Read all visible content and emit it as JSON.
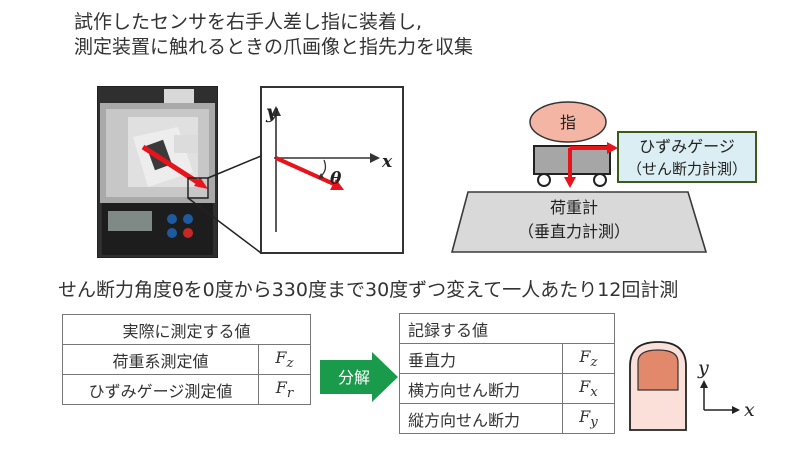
{
  "title": {
    "line1": "試作したセンサを右手人差し指に装着し,",
    "line2": "測定装置に触れるときの爪画像と指先力を収集"
  },
  "axes_inset": {
    "x": "x",
    "y": "y",
    "angle": "θ"
  },
  "device": {
    "finger_label": "指",
    "strain_label_1": "ひずみゲージ",
    "strain_label_2": "（せん断力計測）",
    "scale_label_1": "荷重計",
    "scale_label_2": "（垂直力計測）"
  },
  "caption": "せん断力角度θを0度から330度まで30度ずつ変えて一人あたり12回計測",
  "table_measured": {
    "header": "実際に測定する値",
    "rows": [
      {
        "name": "荷重系測定値",
        "sym_main": "F",
        "sym_sub": "z"
      },
      {
        "name": "ひずみゲージ測定値",
        "sym_main": "F",
        "sym_sub": "r"
      }
    ]
  },
  "decompose_label": "分解",
  "table_recorded": {
    "header": "記録する値",
    "rows": [
      {
        "name": "垂直力",
        "sym_main": "F",
        "sym_sub": "z"
      },
      {
        "name": "横方向せん断力",
        "sym_main": "F",
        "sym_sub": "x"
      },
      {
        "name": "縦方向せん断力",
        "sym_main": "F",
        "sym_sub": "y"
      }
    ]
  },
  "nail_axes": {
    "x": "x",
    "y": "y"
  },
  "colors": {
    "arrow_red": "#e8141b",
    "finger_fill": "#f4b5a4",
    "strain_box_fill": "#daeef3",
    "strain_box_border": "#3c5a1a",
    "device_gray": "#d9d9d9",
    "decompose_green": "#1a9b4b",
    "nail_fill": "#e2896c",
    "fingertip_fill": "#fbe0d9"
  }
}
